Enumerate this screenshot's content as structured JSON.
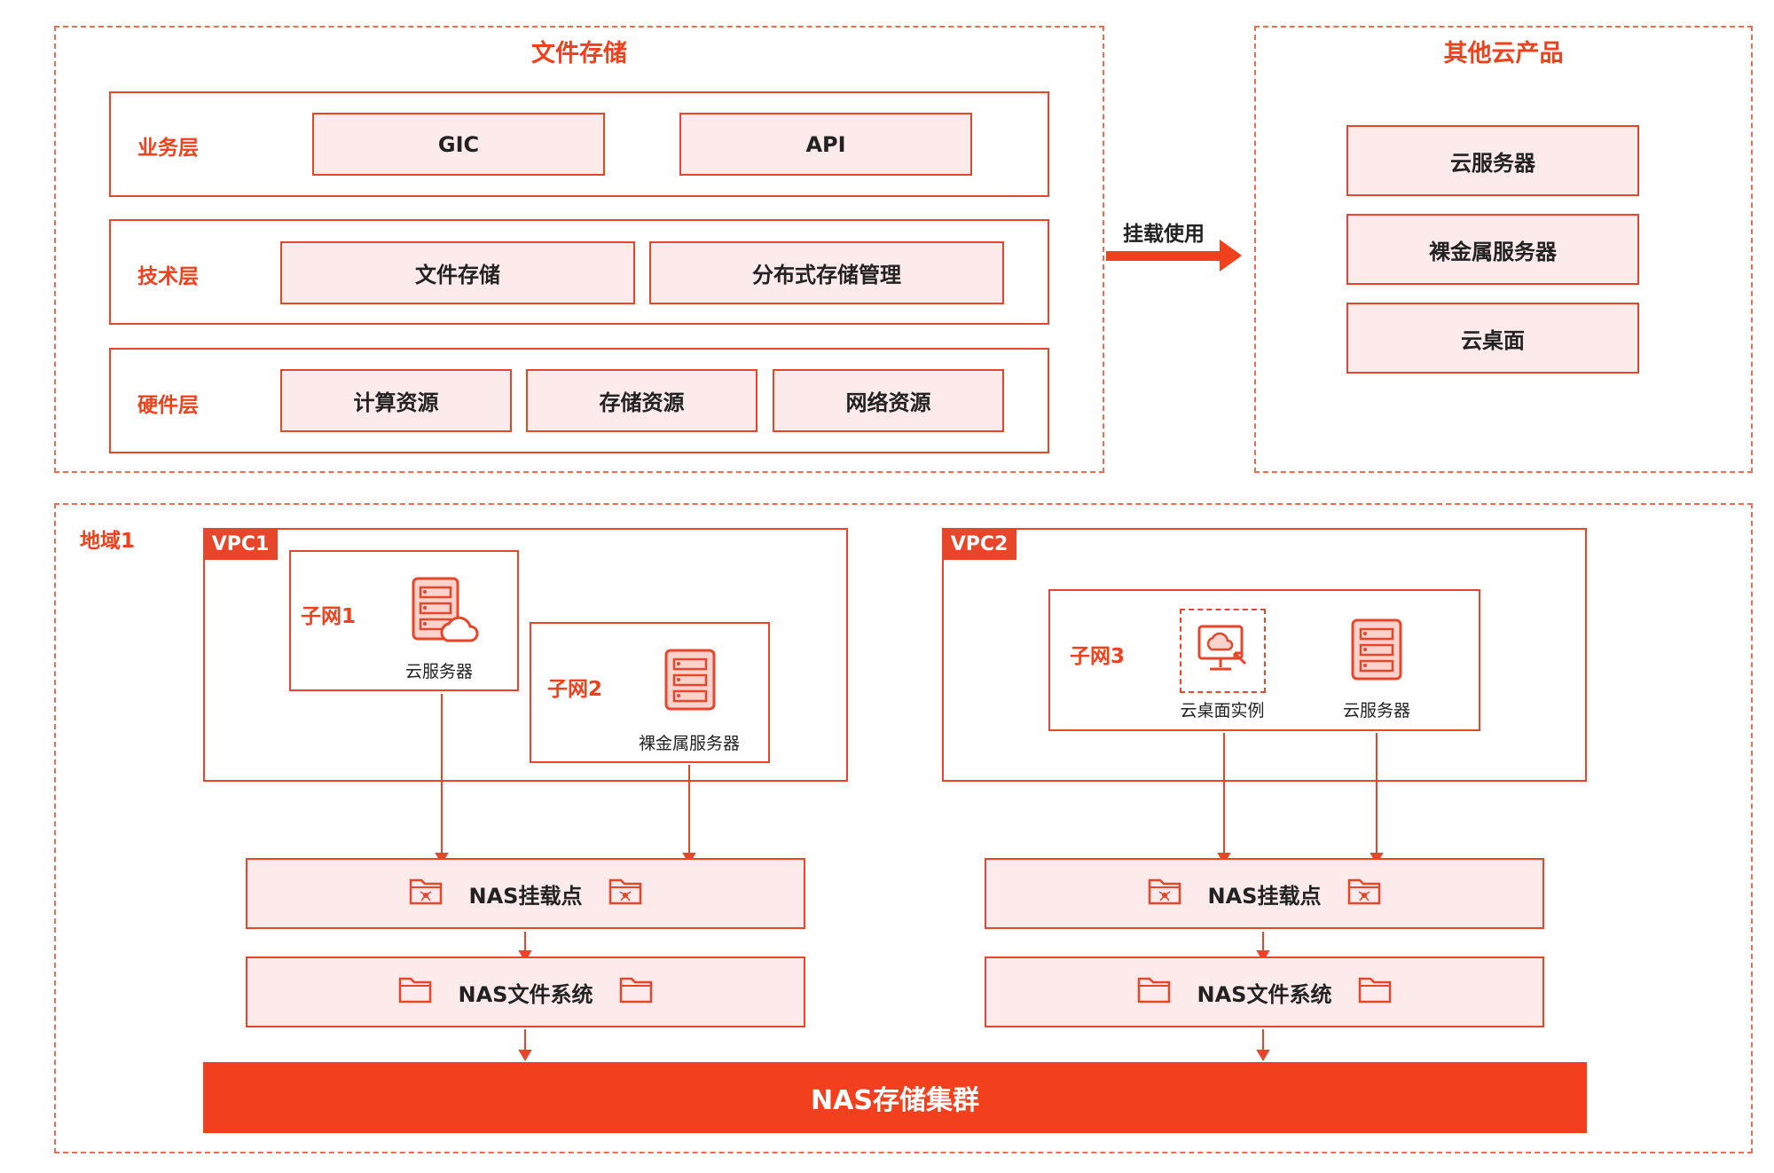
{
  "file_storage": {
    "title": "文件存储",
    "layers": [
      {
        "label": "业务层",
        "items": [
          "GIC",
          "API"
        ]
      },
      {
        "label": "技术层",
        "items": [
          "文件存储",
          "分布式存储管理"
        ]
      },
      {
        "label": "硬件层",
        "items": [
          "计算资源",
          "存储资源",
          "网络资源"
        ]
      }
    ]
  },
  "mount_label": "挂载使用",
  "other_products": {
    "title": "其他云产品",
    "items": [
      "云服务器",
      "裸金属服务器",
      "云桌面"
    ]
  },
  "region": {
    "label": "地域1",
    "vpc1": {
      "tag": "VPC1",
      "subnet1": {
        "label": "子网1",
        "caption": "云服务器"
      },
      "subnet2": {
        "label": "子网2",
        "caption": "裸金属服务器"
      },
      "mount": "NAS挂载点",
      "fs": "NAS文件系统"
    },
    "vpc2": {
      "tag": "VPC2",
      "subnet3": {
        "label": "子网3",
        "caption_desktop": "云桌面实例",
        "caption_server": "云服务器"
      },
      "mount": "NAS挂载点",
      "fs": "NAS文件系统"
    },
    "cluster": "NAS存储集群"
  },
  "colors": {
    "accent": "#e8462a",
    "fill": "#fdeaea",
    "cluster": "#f2401f"
  }
}
